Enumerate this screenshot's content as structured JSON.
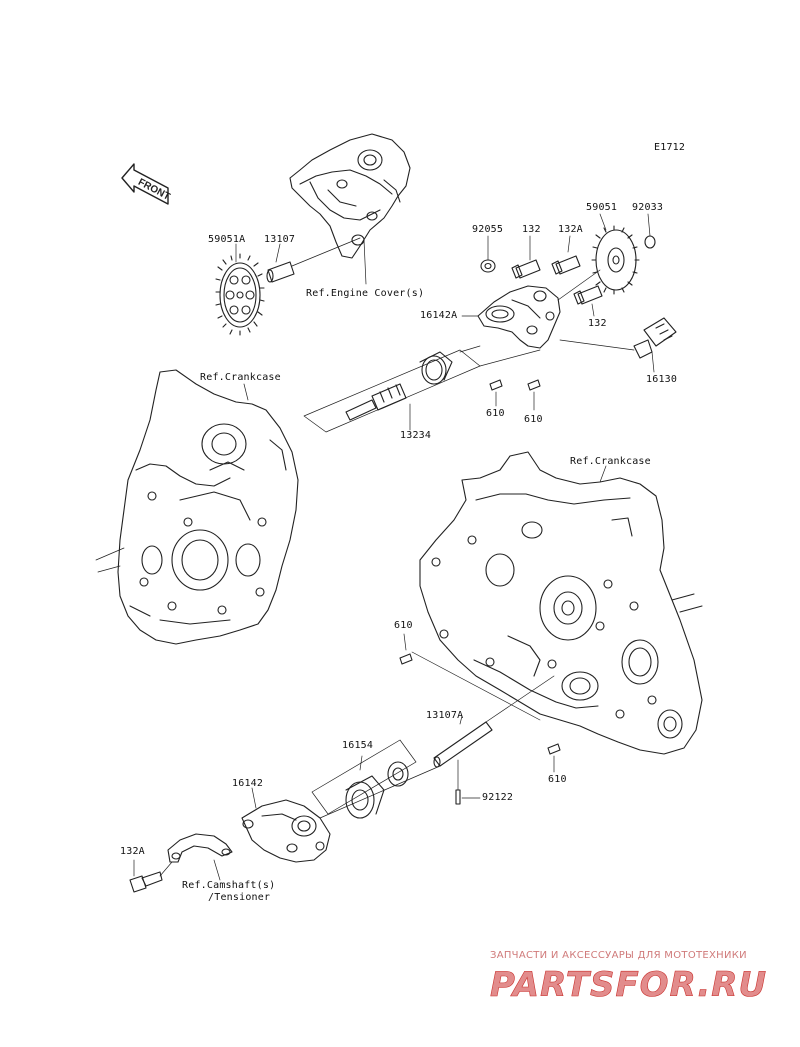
{
  "diagram_code": "E1712",
  "front_label": "FRONT",
  "parts": {
    "p59051A": "59051A",
    "p13107": "13107",
    "ref_engine_cover": "Ref.Engine Cover(s)",
    "p92055": "92055",
    "p132_top": "132",
    "p132A_top": "132A",
    "p59051": "59051",
    "p92033": "92033",
    "p16142A": "16142A",
    "p132_right": "132",
    "p16130": "16130",
    "ref_crankcase_left": "Ref.Crankcase",
    "p610_a": "610",
    "p610_b": "610",
    "p13234": "13234",
    "ref_crankcase_right": "Ref.Crankcase",
    "p610_c": "610",
    "p13107A": "13107A",
    "p16154": "16154",
    "p16142": "16142",
    "p92122": "92122",
    "p610_d": "610",
    "p132A_bottom": "132A",
    "ref_camshaft_line1": "Ref.Camshaft(s)",
    "ref_camshaft_line2": "/Tensioner"
  },
  "watermark": {
    "subtitle": "ЗАПЧАСТИ И АКСЕССУАРЫ ДЛЯ МОТОТЕХНИКИ",
    "logo_text": "PARTSFOR.RU",
    "color": "#d9534f"
  }
}
